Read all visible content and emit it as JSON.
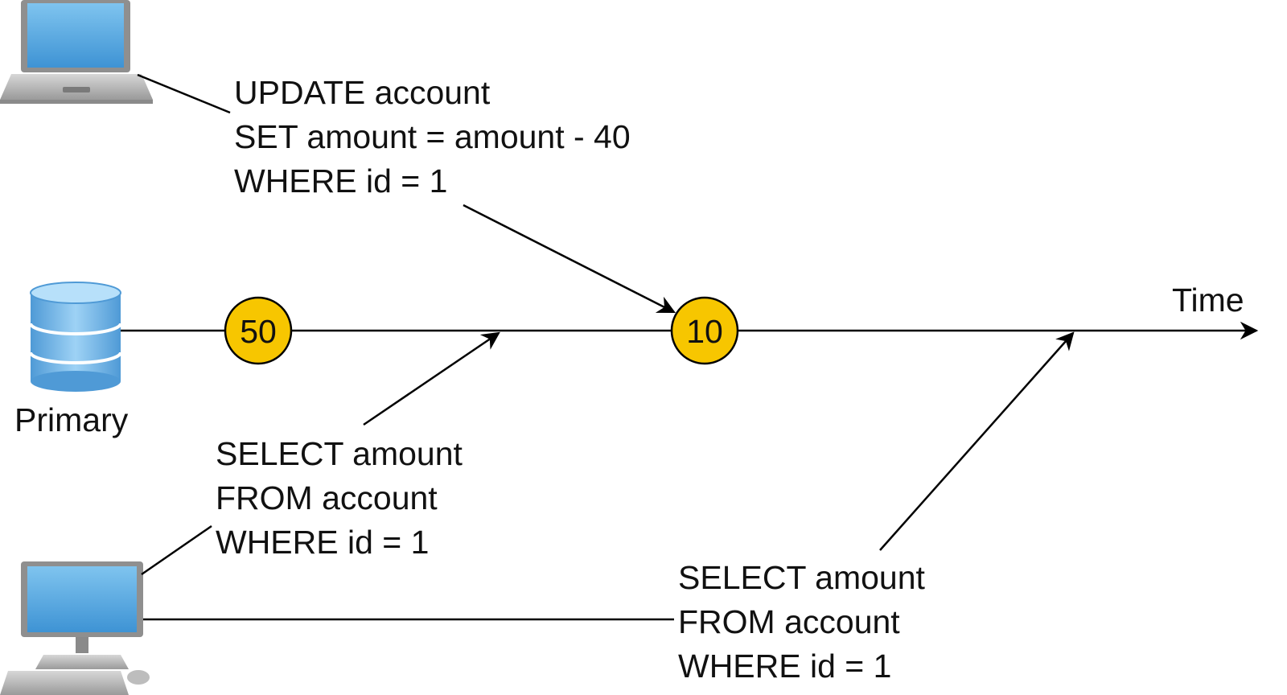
{
  "primary_label": "Primary",
  "axis_label": "Time",
  "values": {
    "initial": "50",
    "after_update": "10"
  },
  "value_color": "#f7c600",
  "device_color": "#5aa6d8",
  "queries": {
    "update": [
      "UPDATE account",
      "SET amount = amount - 40",
      "WHERE id = 1"
    ],
    "select_first": [
      "SELECT amount",
      "FROM account",
      "WHERE id = 1"
    ],
    "select_second": [
      "SELECT amount",
      "FROM account",
      "WHERE id = 1"
    ]
  },
  "icons": {
    "client_writer": "laptop-icon",
    "database": "database-icon",
    "client_reader": "desktop-computer-icon"
  }
}
